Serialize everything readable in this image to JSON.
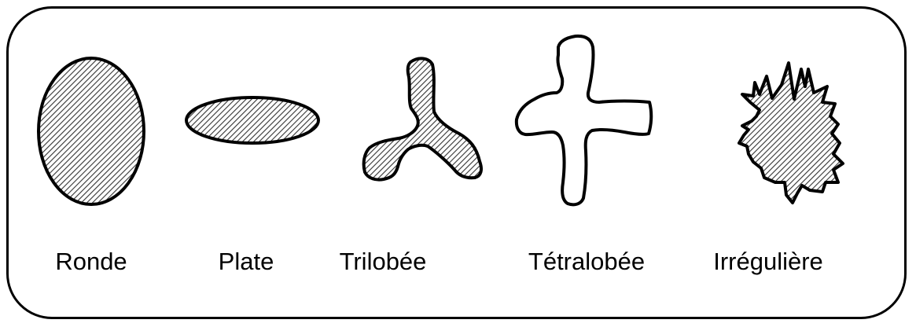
{
  "shapes": [
    {
      "name": "ronde",
      "label": "Ronde",
      "fill": "hatched"
    },
    {
      "name": "plate",
      "label": "Plate",
      "fill": "hatched"
    },
    {
      "name": "trilobee",
      "label": "Trilobée",
      "fill": "hatched"
    },
    {
      "name": "tetralobee",
      "label": "Tétralobée",
      "fill": "none"
    },
    {
      "name": "irreguliere",
      "label": "Irrégulière",
      "fill": "hatched"
    }
  ],
  "colors": {
    "stroke": "#000000",
    "hatch": "#000000",
    "background": "#ffffff"
  }
}
